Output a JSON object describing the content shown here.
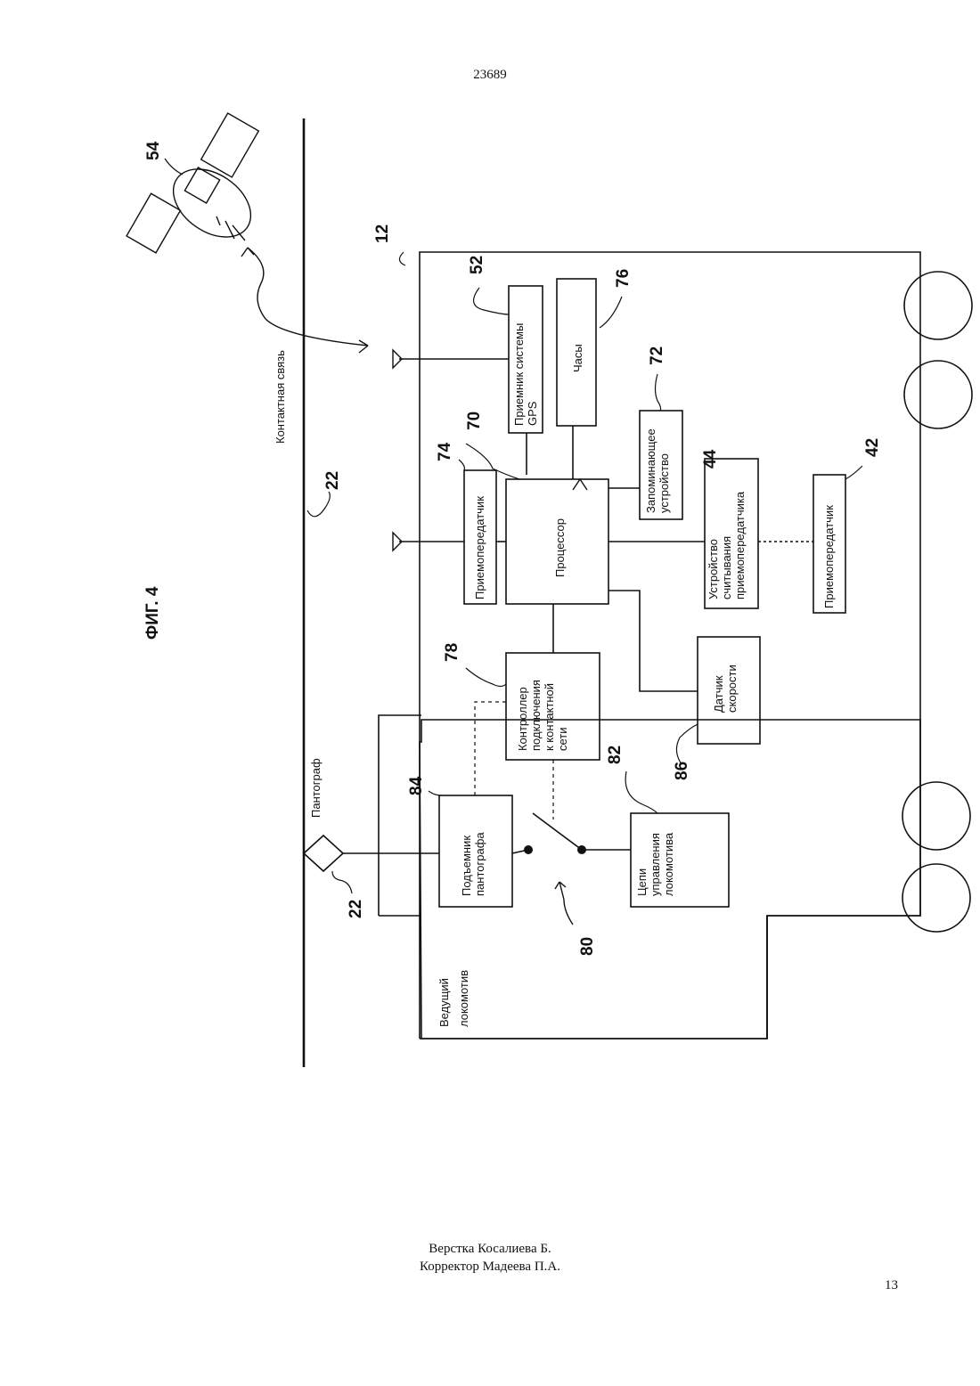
{
  "page": {
    "document_number": "23689",
    "page_number": "13",
    "credits": [
      "Верстка Косалиева Б.",
      "Корректор Мадеева П.А."
    ]
  },
  "figure": {
    "title": "ФИГ. 4",
    "contact_line_label": "Контактная связь",
    "pantograph_label": "Пантограф",
    "locomotive_label": [
      "Ведущий",
      "локомотив"
    ],
    "blocks": {
      "gps": [
        "Приемник системы",
        "GPS"
      ],
      "clock": [
        "Часы"
      ],
      "transceiver": [
        "Приемопередатчик"
      ],
      "processor": [
        "Процессор"
      ],
      "memory": [
        "Запоминающее",
        "устройство"
      ],
      "reader": [
        "Устройство",
        "считывания",
        "приемопередатчика"
      ],
      "external_transceiver": [
        "Приемопередатчик"
      ],
      "controller": [
        "Контроллер",
        "подключения",
        "к контактной",
        "сети"
      ],
      "speed": [
        "Датчик",
        "скорости"
      ],
      "lifter": [
        "Подъемник",
        "пантографа"
      ],
      "control": [
        "Цепи",
        "управления",
        "локомотива"
      ]
    },
    "refs": {
      "satellite": "54",
      "locomotive": "12",
      "gps": "52",
      "clock": "76",
      "memory": "72",
      "transceiver": "74",
      "processor": "70",
      "reader": "44",
      "external_transceiver": "42",
      "line": "22",
      "pantograph": "22",
      "controller": "78",
      "lifter": "84",
      "control": "82",
      "switch": "80",
      "speed": "86"
    }
  }
}
